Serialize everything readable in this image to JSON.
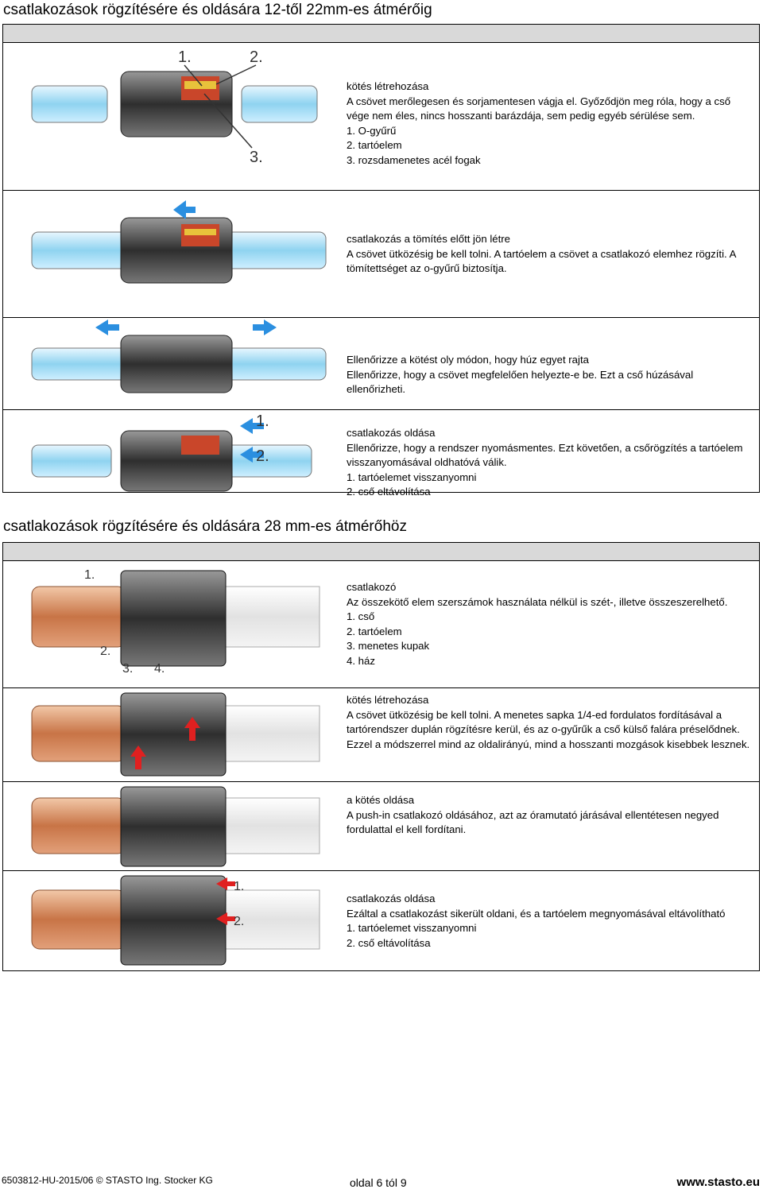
{
  "section1": {
    "title": "csatlakozások rögzítésére és oldására 12-től 22mm-es átmérőig",
    "rows": [
      {
        "lines": [
          "kötés létrehozása",
          "A csövet merőlegesen és sorjamentesen vágja el. Győződjön meg róla, hogy a cső vége nem éles, nincs hosszanti barázdája, sem pedig egyéb sérülése sem.",
          "1. O-gyűrű",
          "2. tartóelem",
          "3. rozsdamenetes acél fogak"
        ],
        "labels": [
          "1.",
          "2.",
          "3."
        ]
      },
      {
        "lines": [
          "csatlakozás a tömítés előtt jön létre",
          "A csövet ütközésig be kell tolni. A tartóelem a csövet a csatlakozó elemhez rögzíti. A tömítettséget az o-gyűrű biztosítja."
        ]
      },
      {
        "lines": [
          "Ellenőrizze a kötést oly módon, hogy húz egyet rajta",
          "Ellenőrizze, hogy a csövet megfelelően helyezte-e be. Ezt a cső húzásával ellenőrizheti."
        ]
      },
      {
        "lines": [
          "csatlakozás oldása",
          "Ellenőrizze, hogy a rendszer nyomásmentes. Ezt követően, a csőrögzítés a tartóelem visszanyomásával oldhatóvá válik.",
          "1. tartóelemet visszanyomni",
          "2. cső eltávolítása"
        ],
        "labels": [
          "1.",
          "2."
        ]
      }
    ]
  },
  "section2": {
    "title": "csatlakozások rögzítésére és oldására 28 mm-es átmérőhöz",
    "rows": [
      {
        "lines": [
          "csatlakozó",
          "Az összekötő elem szerszámok használata nélkül is szét-, illetve összeszerelhető.",
          "1. cső",
          "2. tartóelem",
          "3. menetes kupak",
          "4. ház"
        ],
        "labels": [
          "1.",
          "2.",
          "3.",
          "4."
        ]
      },
      {
        "lines": [
          "kötés létrehozása",
          "A csövet ütközésig be kell tolni. A menetes sapka 1/4-ed fordulatos fordításával a tartórendszer duplán rögzítésre kerül, és az o-gyűrűk a cső külső falára préselődnek. Ezzel a módszerrel mind az oldalirányú, mind a hosszanti mozgások kisebbek lesznek."
        ]
      },
      {
        "lines": [
          "a kötés oldása",
          "A push-in csatlakozó oldásához, azt az óramutató járásával ellentétesen negyed fordulattal el kell fordítani."
        ]
      },
      {
        "lines": [
          "csatlakozás oldása",
          "Ezáltal a csatlakozást sikerült oldani, és a tartóelem megnyomásával eltávolítható",
          "1. tartóelemet visszanyomni",
          "2. cső eltávolítása"
        ],
        "labels": [
          "1.",
          "2."
        ]
      }
    ]
  },
  "footer": {
    "left": "6503812-HU-2015/06 © STASTO Ing. Stocker KG",
    "center": "oldal 6 tól 9",
    "right": "www.stasto.eu"
  },
  "colors": {
    "pipe_blue": "#8fd3f0",
    "pipe_copper": "#c87446",
    "fitting_dark": "#3a3a3a",
    "arrow_blue": "#2b8fe0",
    "arrow_red": "#e02020",
    "header_gray": "#d9d9d9"
  }
}
